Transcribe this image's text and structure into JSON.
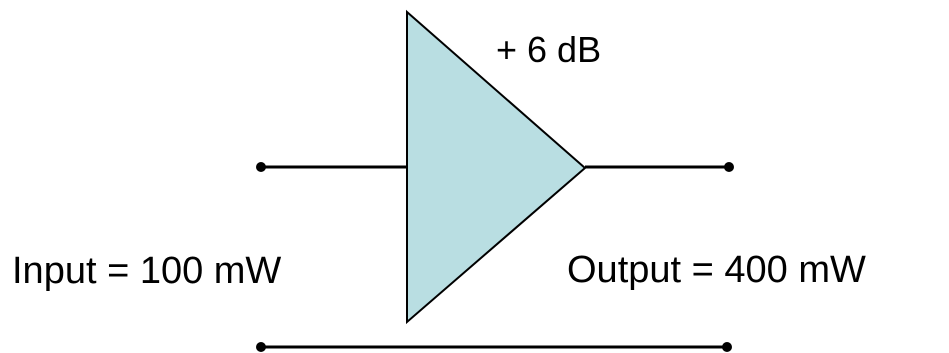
{
  "diagram": {
    "gain_label": "+ 6 dB",
    "input_label": "Input = 100 mW",
    "output_label": "Output = 400 mW",
    "colors": {
      "amplifier_fill": "#b9dee2",
      "stroke": "#000000",
      "background": "#ffffff"
    }
  }
}
